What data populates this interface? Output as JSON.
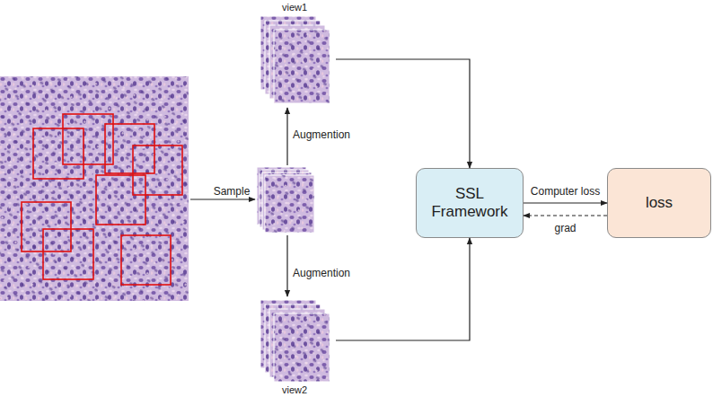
{
  "diagram": {
    "nodes": [
      {
        "text": [
          "view1"
        ]
      },
      {
        "text": [
          "view2"
        ]
      },
      {
        "text": [
          "SSL Framework"
        ]
      },
      {
        "text": [
          "loss"
        ]
      }
    ],
    "edges": [
      {
        "from": 0,
        "to": 2,
        "arrow": "to"
      },
      {
        "from": 1,
        "to": 2,
        "arrow": "to"
      },
      {
        "from": 2,
        "to": 3,
        "label": "Computer loss",
        "arrow": "to"
      },
      {
        "from": 3,
        "to": 2,
        "label": "grad",
        "arrow": "to"
      }
    ],
    "labels": [
      "Sample",
      "Augmention",
      "Augmention"
    ]
  }
}
